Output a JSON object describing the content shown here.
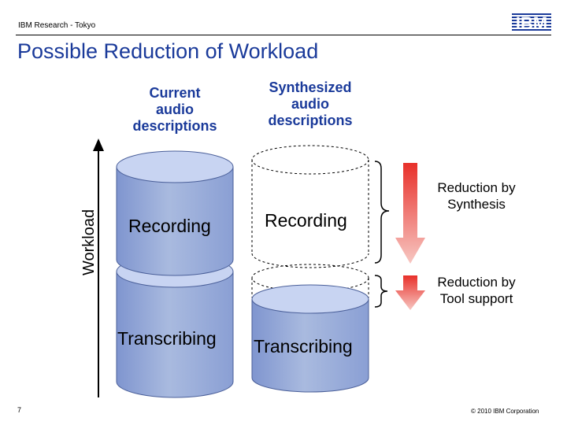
{
  "header": {
    "org": "IBM Research - Tokyo",
    "logo_text": "IBM"
  },
  "slide": {
    "title": "Possible Reduction of Workload"
  },
  "columns": {
    "current": [
      "Current",
      "audio",
      "descriptions"
    ],
    "synthesized": [
      "Synthesized",
      "audio",
      "descriptions"
    ]
  },
  "axis": {
    "label": "Workload"
  },
  "cylinders": {
    "current_recording": "Recording",
    "current_transcribing": "Transcribing",
    "synth_recording": "Recording",
    "synth_transcribing": "Transcribing"
  },
  "annotations": {
    "synthesis": [
      "Reduction by",
      "Synthesis"
    ],
    "tool_support": [
      "Reduction by",
      "Tool support"
    ]
  },
  "footer": {
    "page": "7",
    "copyright": "© 2010 IBM Corporation"
  },
  "colors": {
    "title": "#1a3a9a",
    "cylinder_fill": "#9aaee0",
    "cylinder_top": "#c8d4f2",
    "arrow_red": "#e8302a",
    "arrow_pink": "#f6b6b0"
  }
}
